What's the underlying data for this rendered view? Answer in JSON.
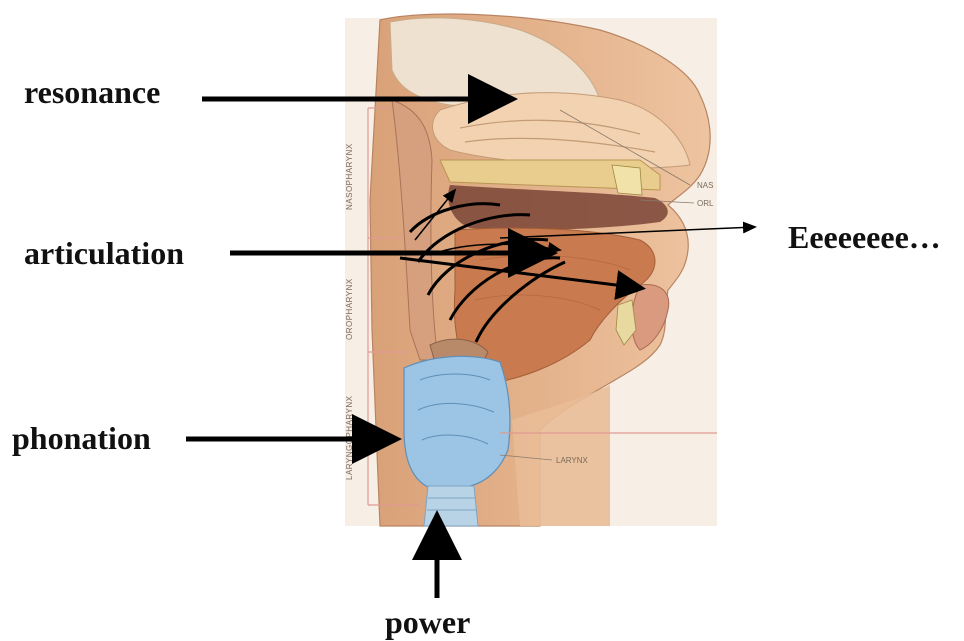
{
  "diagram": {
    "labels": {
      "resonance": "resonance",
      "articulation": "articulation",
      "phonation": "phonation",
      "power": "power",
      "output": "Eeeeeeee…"
    },
    "anatomy_labels": {
      "nasopharynx": "NASOPHARYNX",
      "oropharynx": "OROPHARYNX",
      "laryngopharynx": "LARYNGOPHARYNX",
      "larynx": "LARYNX",
      "nasal": "NAS",
      "oral": "ORL"
    },
    "colors": {
      "skin": "#e6b48a",
      "nasal_cavity": "#f2d2b0",
      "tongue": "#c97a4e",
      "larynx": "#9cc4e4",
      "trachea": "#b9d3e6",
      "arrow": "#000000",
      "guide_line": "#e09a92"
    }
  }
}
